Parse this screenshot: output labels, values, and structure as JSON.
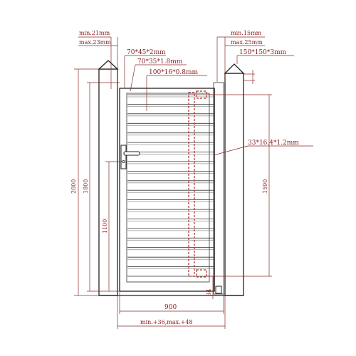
{
  "labels": {
    "left_min": "min.21mm",
    "left_max": "max.23mm",
    "right_min": "min.15mm",
    "right_max": "max.25mm",
    "frame": "70*45*2mm",
    "rail": "70*35*1.8mm",
    "slat": "100*16*0.8mm",
    "post": "150*150*3mm",
    "upright": "33*16.4*1.2mm",
    "overall_height": "2000",
    "gate_height": "1800",
    "handle_height": "1100",
    "infill_height": "1590",
    "bottom_gap": "34",
    "width": "900",
    "tolerance": "min.+36,max.+48"
  },
  "colors": {
    "outline": "#222222",
    "dimension": "#8b2a2a",
    "dashed": "#b0302a"
  }
}
